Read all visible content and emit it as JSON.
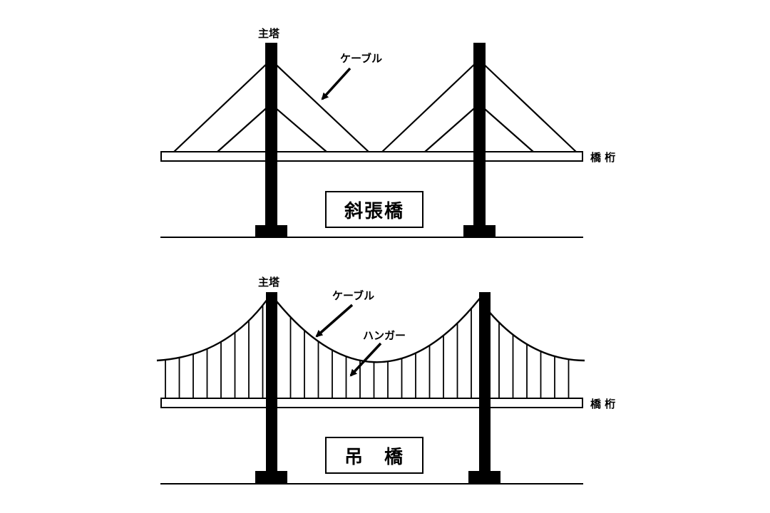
{
  "cable_stayed_bridge": {
    "title": "斜張橋",
    "tower_label": "主塔",
    "cable_label": "ケーブル",
    "girder_label": "橋 桁"
  },
  "suspension_bridge": {
    "title": "吊　橋",
    "tower_label": "主塔",
    "cable_label": "ケーブル",
    "hanger_label": "ハンガー",
    "girder_label": "橋 桁"
  },
  "colors": {
    "line": "#000000",
    "background": "#ffffff"
  }
}
